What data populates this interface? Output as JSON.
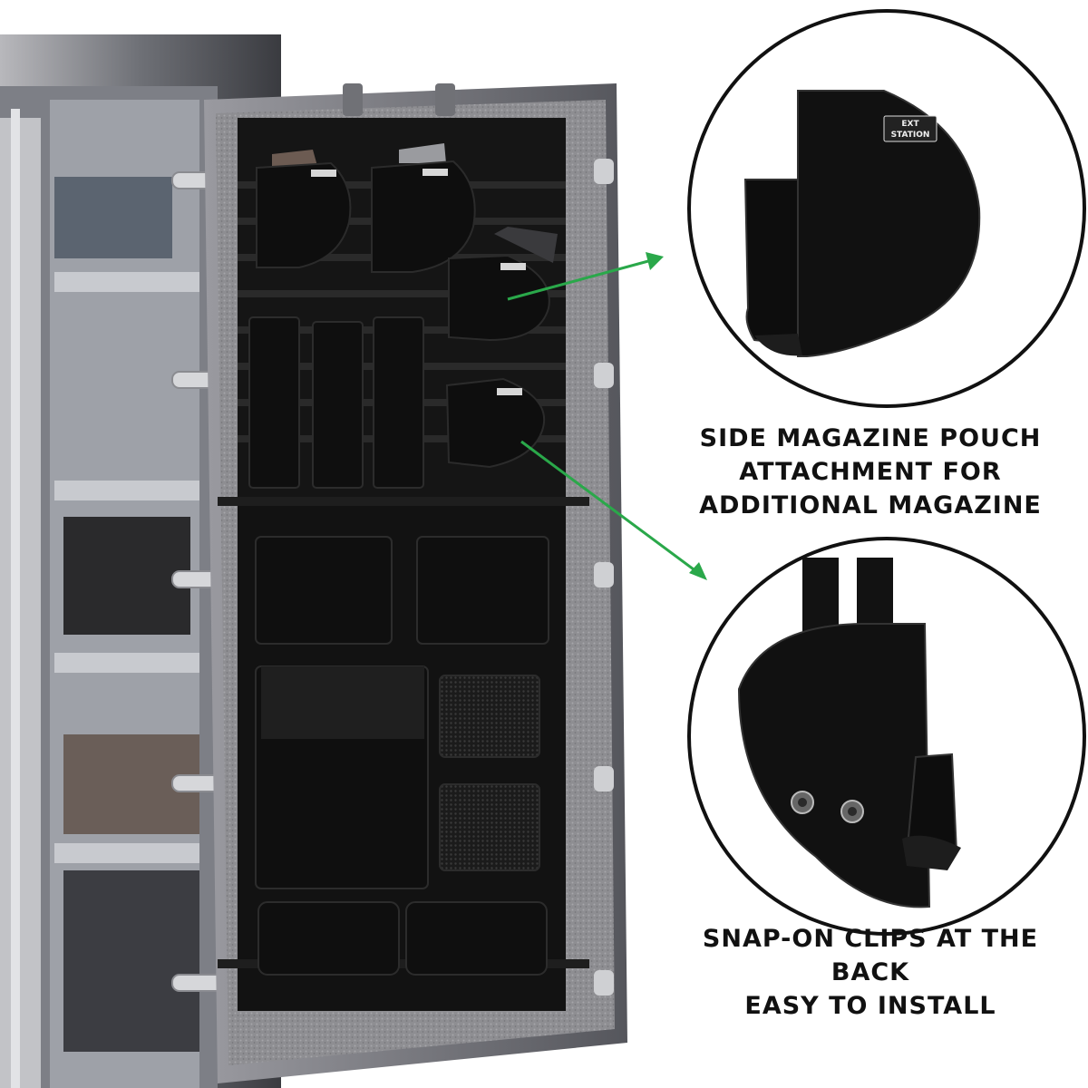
{
  "brand": {
    "logo_text": [
      "EXT",
      "STATION"
    ]
  },
  "captions": {
    "magazine_pouch": {
      "line1": "SIDE MAGAZINE POUCH",
      "line2": "ATTACHMENT FOR",
      "line3": "ADDITIONAL MAGAZINE"
    },
    "snap_clips": {
      "line1": "SNAP-ON CLIPS AT THE BACK",
      "line2": "EASY TO INSTALL"
    }
  },
  "colors": {
    "arrow": "#2aa84a",
    "organizer": "#141414",
    "door_frame": "#8c8c90",
    "background": "#ffffff"
  },
  "icons": [
    "arrow-icon",
    "snap-button-icon"
  ]
}
